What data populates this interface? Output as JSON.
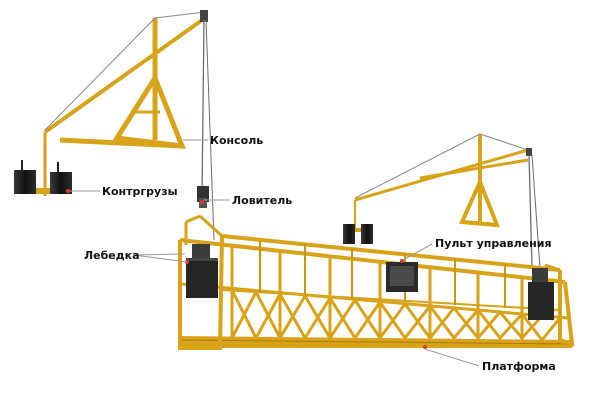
{
  "labels": {
    "console": "Консоль",
    "counterweights": "Контргрузы",
    "catcher": "Ловитель",
    "winch": "Лебедка",
    "control_panel": "Пульт управления",
    "platform": "Платформа"
  },
  "colors": {
    "frame": "#d8a319",
    "frame_dark": "#a97a0c",
    "rope": "#6d6d6d",
    "weight": "#1f1f1f",
    "leader": "#9a9a9a",
    "marker": "#e23a2a"
  }
}
